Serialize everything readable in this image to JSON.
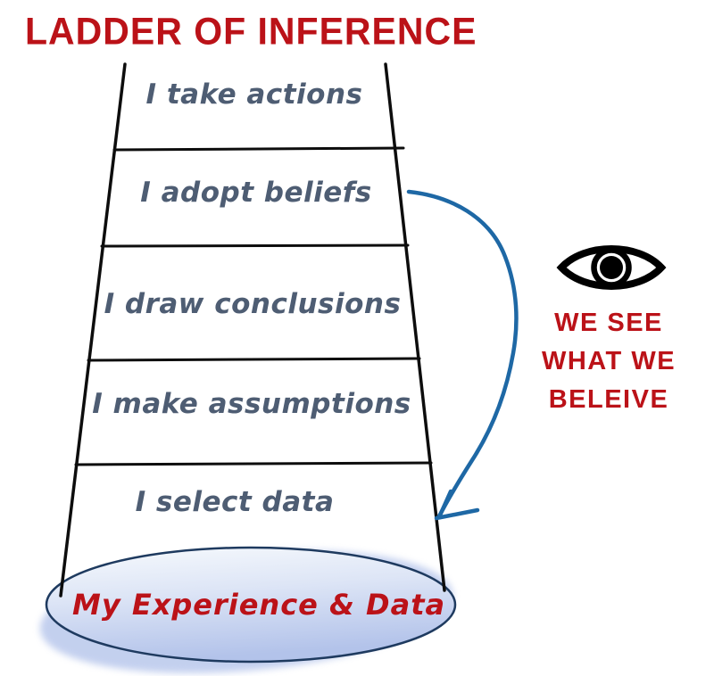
{
  "title": "LADDER OF INFERENCE",
  "ladder": {
    "rungs": [
      {
        "label": "I take actions"
      },
      {
        "label": "I adopt beliefs"
      },
      {
        "label": "I draw conclusions"
      },
      {
        "label": "I make assumptions"
      },
      {
        "label": "I select data"
      }
    ],
    "base_label": "My Experience & Data"
  },
  "side_note": {
    "icon": "eye-icon",
    "lines": [
      "WE SEE",
      "WHAT WE",
      "BELEIVE"
    ]
  },
  "annotations": {
    "feedback_arrow": "curved arrow from 'I adopt beliefs' down to 'I select data' (reflexive loop)"
  },
  "colors": {
    "title_red": "#bb1218",
    "rung_text_slate": "#4e5d73",
    "arrow_blue": "#1e68a5",
    "ladder_ink": "#0d0d0d",
    "ellipse_stroke": "#1e3a5f",
    "ellipse_fill_top": "#f5f8fd",
    "ellipse_fill_bottom": "#b5c5ea",
    "ellipse_shadow": "#b9c8ec"
  }
}
